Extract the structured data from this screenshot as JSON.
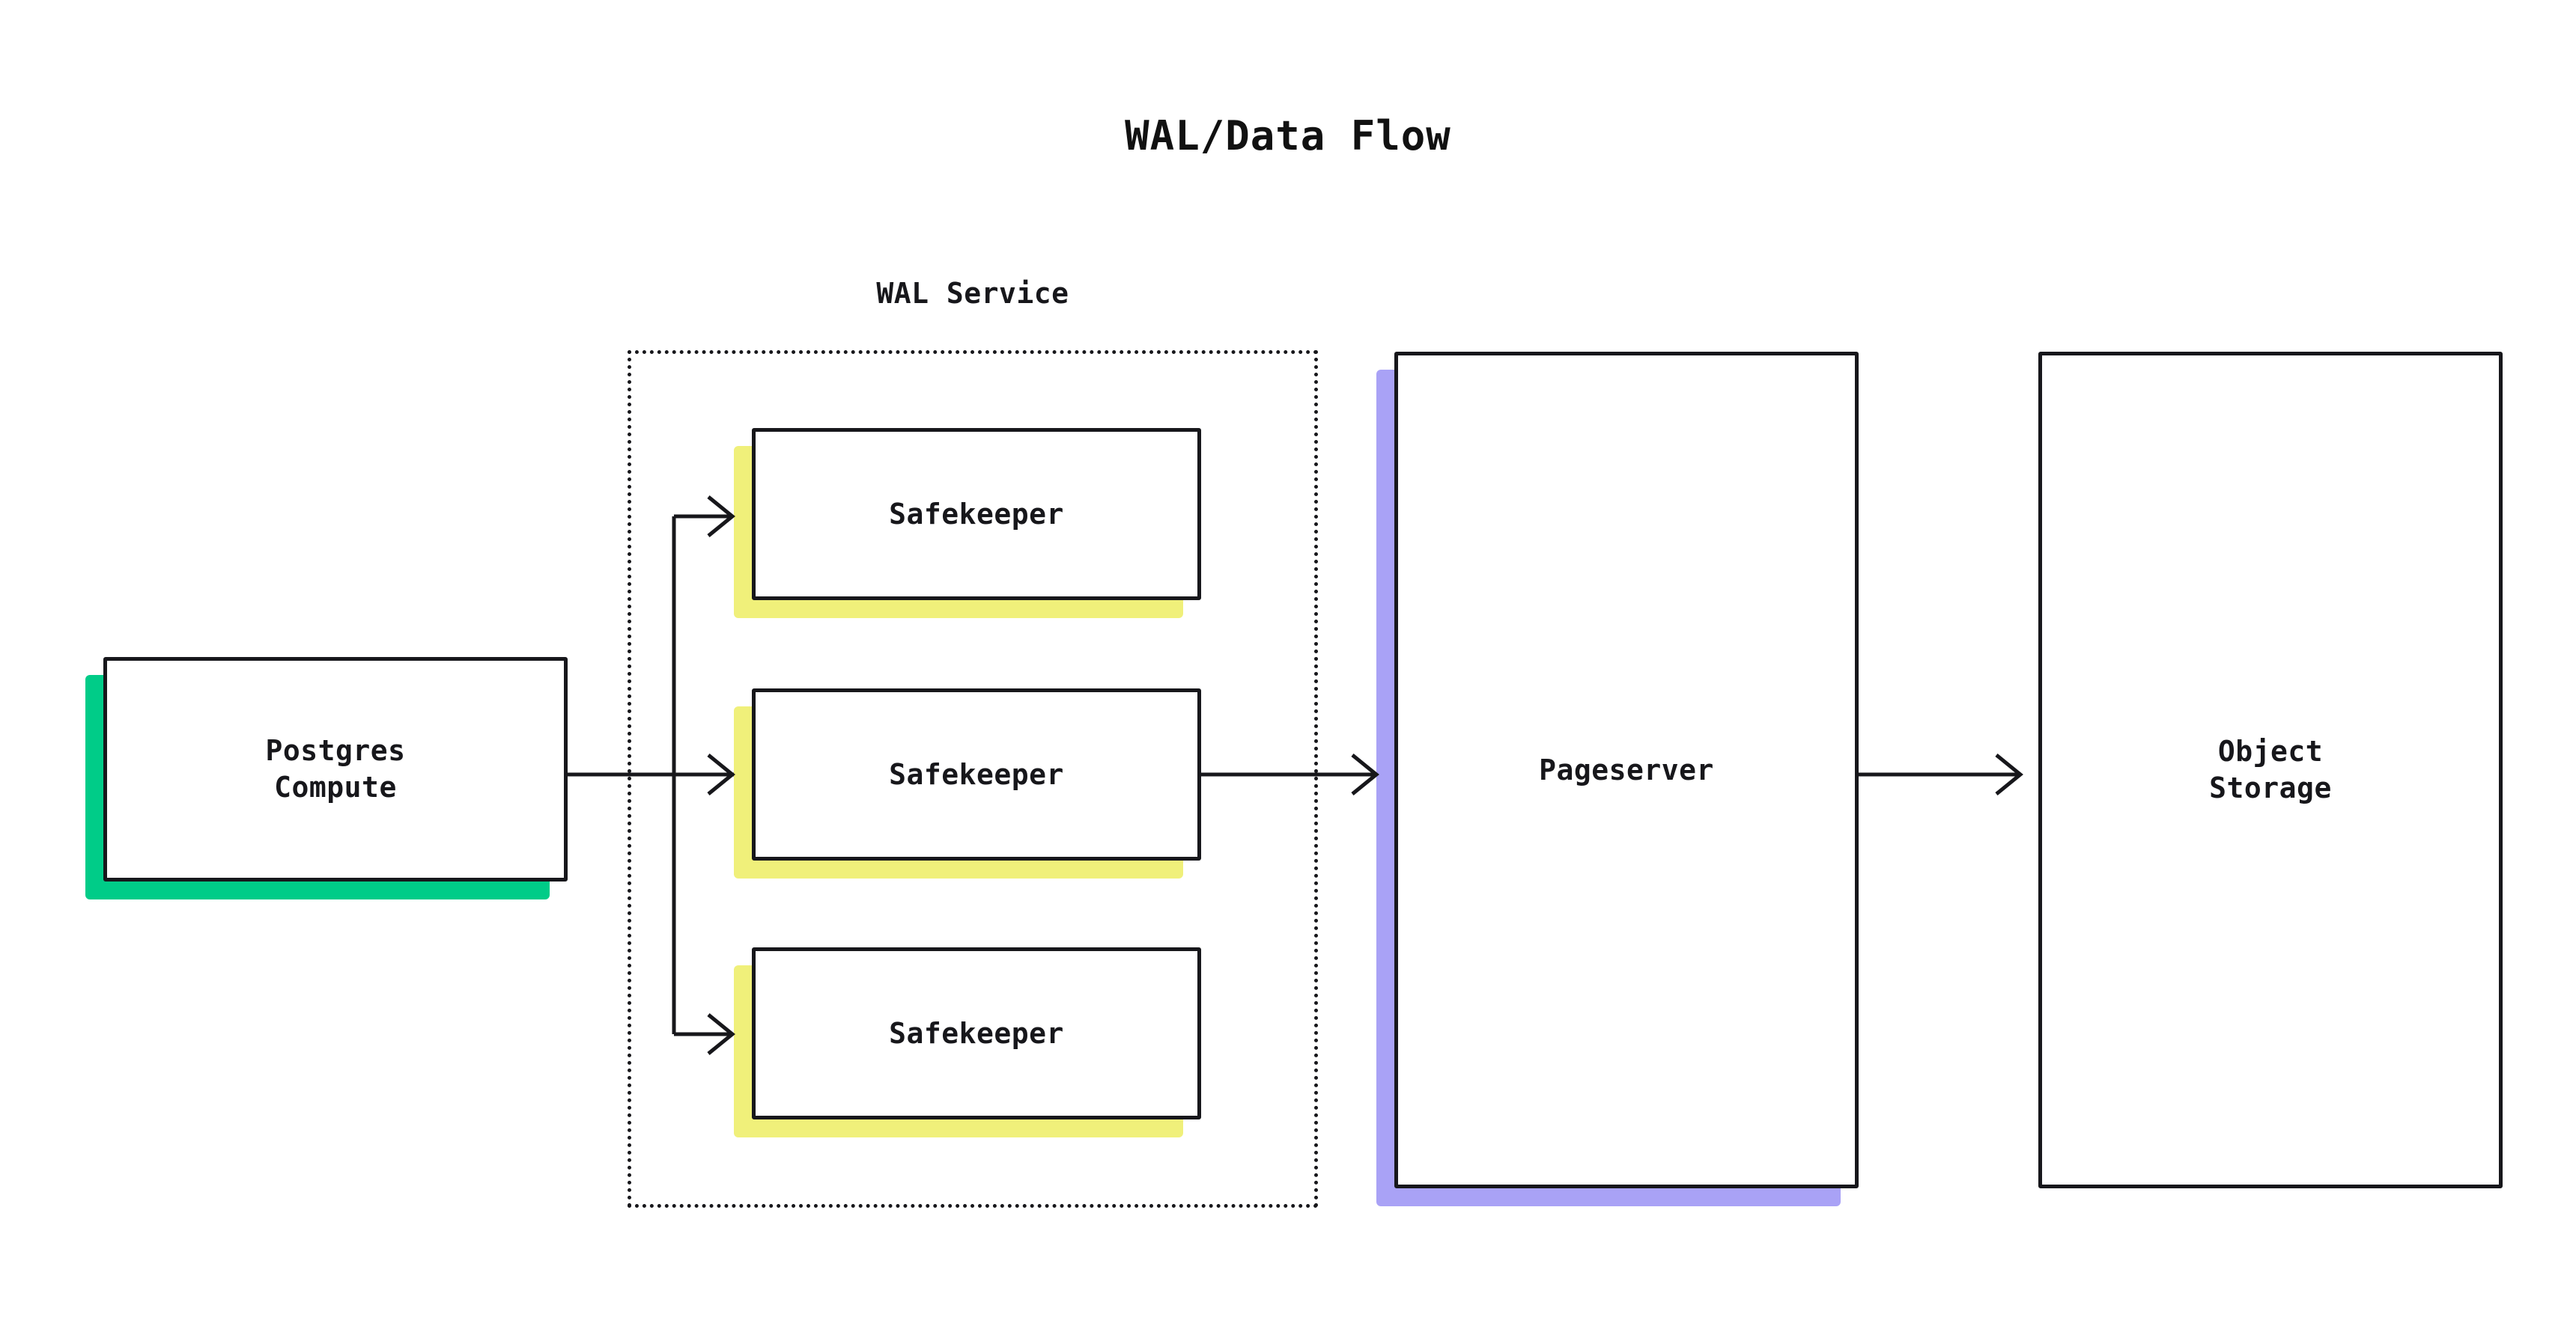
{
  "diagram": {
    "title": "WAL/Data Flow",
    "background_color": "#ffffff",
    "stroke_color": "#17171b",
    "group": {
      "title": "WAL Service",
      "border_style": "dotted"
    },
    "nodes": [
      {
        "id": "postgres-compute",
        "label": "Postgres\nCompute",
        "accent_color": "#00CC88",
        "accent_name": "green"
      },
      {
        "id": "safekeeper-1",
        "label": "Safekeeper",
        "accent_color": "#F0F07A",
        "accent_name": "yellow"
      },
      {
        "id": "safekeeper-2",
        "label": "Safekeeper",
        "accent_color": "#F0F07A",
        "accent_name": "yellow"
      },
      {
        "id": "safekeeper-3",
        "label": "Safekeeper",
        "accent_color": "#F0F07A",
        "accent_name": "yellow"
      },
      {
        "id": "pageserver",
        "label": "Pageserver",
        "accent_color": "#A9A2F6",
        "accent_name": "purple"
      },
      {
        "id": "object-storage",
        "label": "Object\nStorage",
        "accent_color": "#F9A košice",
        "accent_name": "orange"
      }
    ],
    "edges": [
      {
        "from": "postgres-compute",
        "to": "safekeeper-1",
        "style": "arrow"
      },
      {
        "from": "postgres-compute",
        "to": "safekeeper-2",
        "style": "arrow"
      },
      {
        "from": "postgres-compute",
        "to": "safekeeper-3",
        "style": "arrow"
      },
      {
        "from": "safekeeper-2",
        "to": "pageserver",
        "style": "arrow"
      },
      {
        "from": "pageserver",
        "to": "object-storage",
        "style": "arrow"
      }
    ]
  }
}
